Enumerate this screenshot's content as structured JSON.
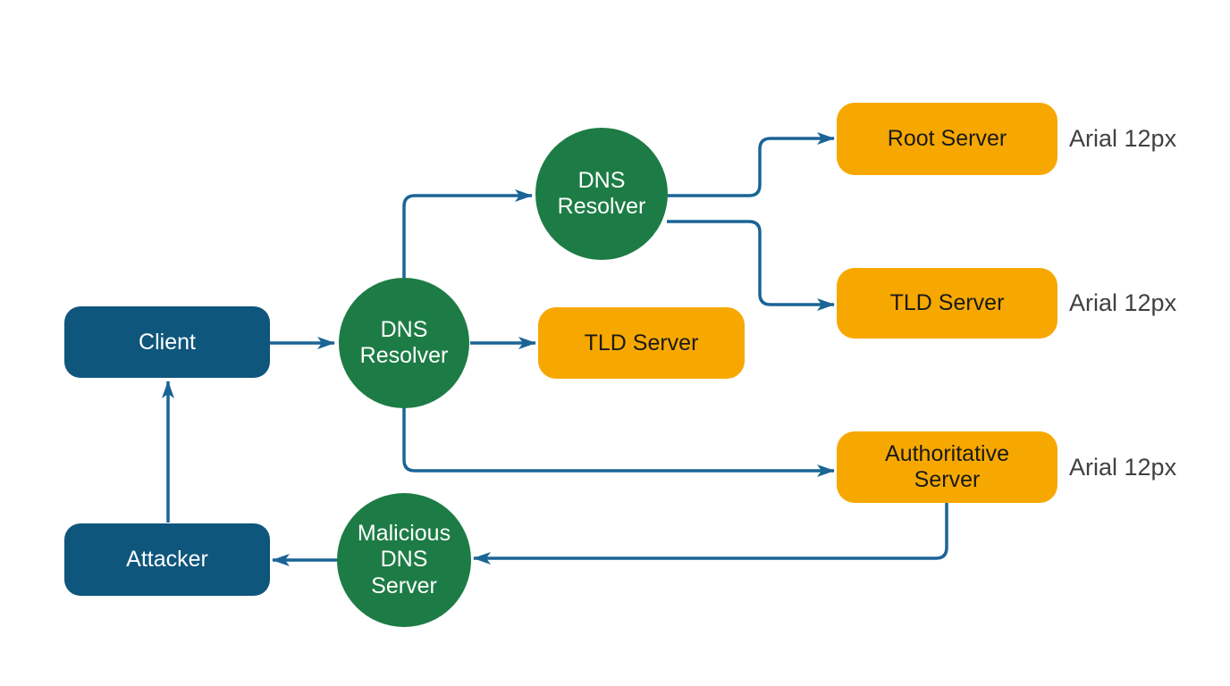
{
  "colors": {
    "node_blue": "#0f567c",
    "node_green": "#1d7c45",
    "node_orange": "#f7a800",
    "connector": "#1a6496",
    "annotation_text": "#404040"
  },
  "nodes": {
    "client": {
      "label": "Client",
      "shape": "rounded-rect",
      "color": "#0f567c"
    },
    "attacker": {
      "label": "Attacker",
      "shape": "rounded-rect",
      "color": "#0f567c"
    },
    "dns_resolver_main": {
      "label": "DNS Resolver",
      "shape": "circle",
      "color": "#1d7c45"
    },
    "dns_resolver_top": {
      "label": "DNS Resolver",
      "shape": "circle",
      "color": "#1d7c45"
    },
    "malicious_dns_server": {
      "label": "Malicious DNS Server",
      "shape": "circle",
      "color": "#1d7c45"
    },
    "tld_server_mid": {
      "label": "TLD Server",
      "shape": "rounded-rect",
      "color": "#f7a800"
    },
    "root_server": {
      "label": "Root Server",
      "shape": "rounded-rect",
      "color": "#f7a800"
    },
    "tld_server_right": {
      "label": "TLD Server",
      "shape": "rounded-rect",
      "color": "#f7a800"
    },
    "authoritative_server": {
      "label": "Authoritative Server",
      "shape": "rounded-rect",
      "color": "#f7a800"
    }
  },
  "annotations": {
    "root_server_note": "Arial 12px",
    "tld_server_note": "Arial 12px",
    "authoritative_server_note": "Arial 12px"
  },
  "edges": [
    {
      "from": "client",
      "to": "dns_resolver_main",
      "arrow": "to"
    },
    {
      "from": "dns_resolver_main",
      "to": "tld_server_mid",
      "arrow": "to"
    },
    {
      "from": "dns_resolver_main",
      "to": "dns_resolver_top",
      "arrow": "to"
    },
    {
      "from": "dns_resolver_top",
      "to": "root_server",
      "arrow": "to"
    },
    {
      "from": "dns_resolver_top",
      "to": "tld_server_right",
      "arrow": "to"
    },
    {
      "from": "dns_resolver_main",
      "to": "authoritative_server",
      "arrow": "to"
    },
    {
      "from": "authoritative_server",
      "to": "malicious_dns_server",
      "arrow": "to"
    },
    {
      "from": "malicious_dns_server",
      "to": "attacker",
      "arrow": "to"
    },
    {
      "from": "attacker",
      "to": "client",
      "arrow": "to"
    }
  ]
}
